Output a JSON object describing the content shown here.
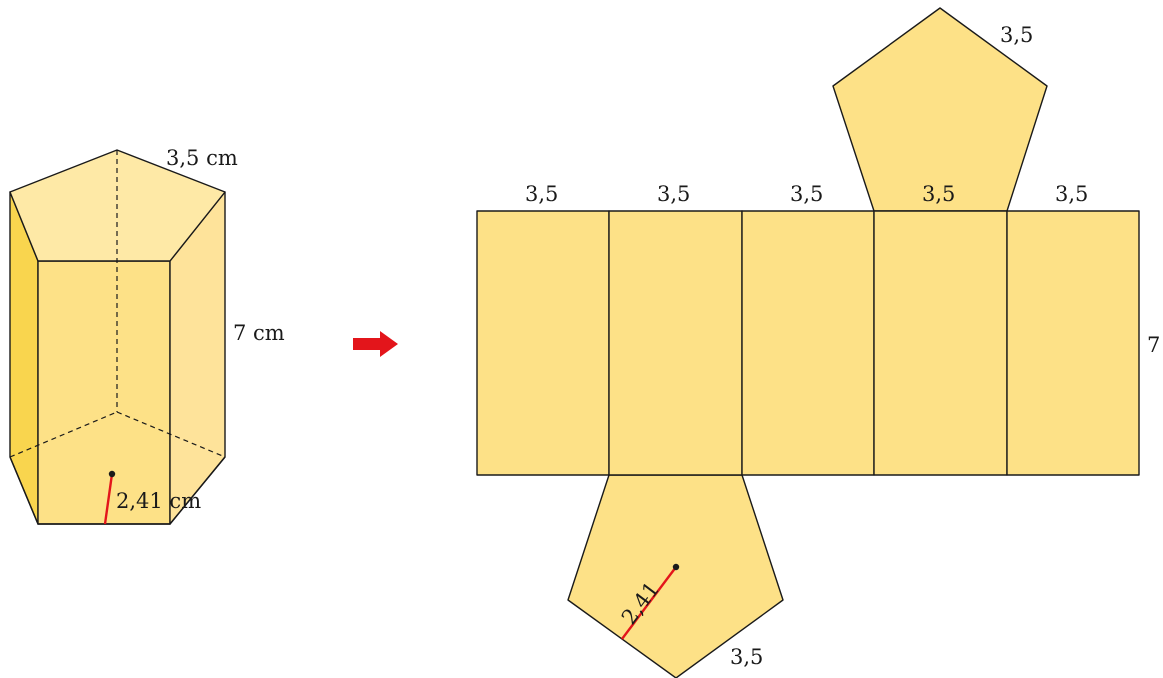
{
  "prism": {
    "edge_label": "3,5 cm",
    "height_label": "7 cm",
    "apothem_label": "2,41 cm"
  },
  "net": {
    "rect_labels": [
      "3,5",
      "3,5",
      "3,5",
      "3,5",
      "3,5"
    ],
    "height_label": "7",
    "top_pentagon_label": "3,5",
    "bottom_pentagon_edge_label": "3,5",
    "bottom_apothem_label": "2,41"
  },
  "colors": {
    "face_fill": "#fde187",
    "top_fill": "#fee9a6",
    "side_left_fill": "#f9d54e",
    "arrow": "#e3151b",
    "apothem": "#e3151b"
  }
}
